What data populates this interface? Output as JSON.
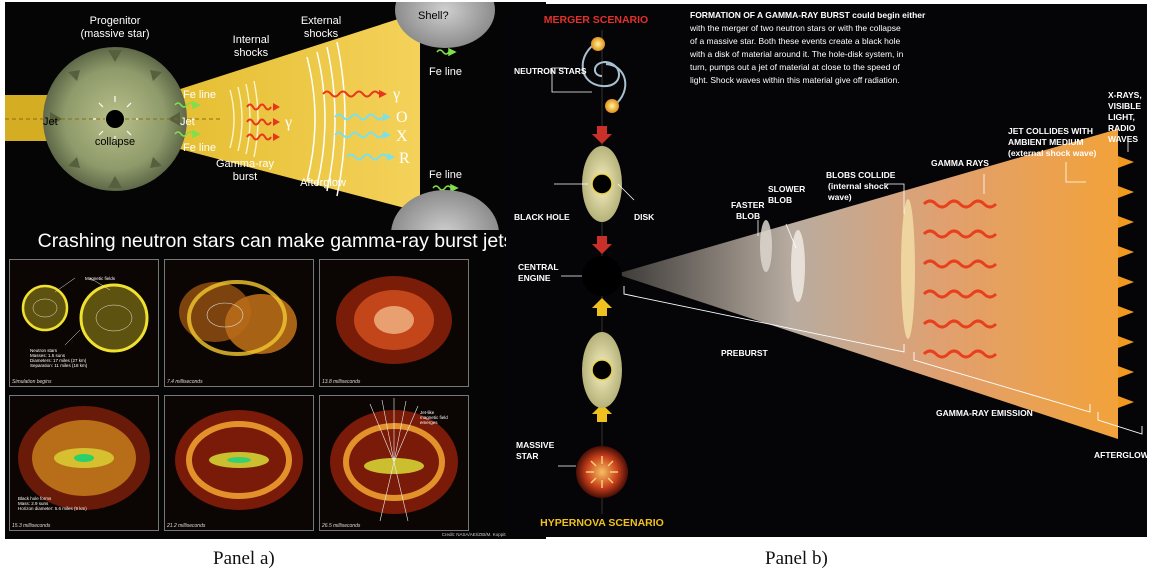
{
  "panel_a": {
    "labels": {
      "progenitor": "Progenitor",
      "progenitor_sub": "(massive star)",
      "shell": "Shell?",
      "internal_shocks_1": "Internal",
      "internal_shocks_2": "shocks",
      "external_shocks_1": "External",
      "external_shocks_2": "shocks",
      "fe_line_top": "Fe line",
      "fe_line_left_top": "Fe line",
      "fe_line_left_bottom": "Fe line",
      "fe_line_bottom": "Fe line",
      "jet_left": "Jet",
      "jet_mid": "Jet",
      "collapse": "collapse",
      "gamma_ray_burst_1": "Gamma-ray",
      "gamma_ray_burst_2": "burst",
      "afterglow": "Afterglow",
      "gamma_internal": "γ",
      "gamma_out": "γ",
      "optical": "O",
      "xray": "X",
      "radio": "R"
    },
    "banner": "Crashing neutron stars can make gamma-ray burst jets",
    "simulation": {
      "magnetic_fields": "Magnetic fields",
      "neutron_stars_note": [
        "Neutron stars",
        "Masses: 1.5 suns",
        "Diameters: 17 miles (27 km)",
        "Separation: 11 miles (18 km)"
      ],
      "black_hole_note": [
        "Black hole forms",
        "Mass: 2.9 suns",
        "Horizon diameter: 5.6 miles (9 km)"
      ],
      "jet_note": [
        "Jet-like",
        "magnetic field",
        "emerges"
      ],
      "frames": [
        "Simulation begins",
        "7.4 milliseconds",
        "13.8 milliseconds",
        "15.3 milliseconds",
        "21.2 milliseconds",
        "26.5 milliseconds"
      ],
      "credit": "Credit: NASA/AEI/ZIB/M. Koppitz and L. Rezzolla"
    }
  },
  "panel_b": {
    "merger_title": "MERGER SCENARIO",
    "hypernova_title": "HYPERNOVA SCENARIO",
    "description": [
      "FORMATION OF A GAMMA-RAY BURST could begin either",
      "with the merger of two neutron stars or with the collapse",
      "of a massive star. Both these events create a black hole",
      "with a disk of material around it. The hole-disk system, in",
      "turn, pumps out a jet of material at close to the speed of",
      "light. Shock waves within this material give off radiation."
    ],
    "labels": {
      "neutron_stars": "NEUTRON STARS",
      "black_hole": "BLACK HOLE",
      "disk": "DISK",
      "central_engine_1": "CENTRAL",
      "central_engine_2": "ENGINE",
      "massive_star_1": "MASSIVE",
      "massive_star_2": "STAR",
      "faster_blob_1": "FASTER",
      "faster_blob_2": "BLOB",
      "slower_blob_1": "SLOWER",
      "slower_blob_2": "BLOB",
      "blobs_collide_1": "BLOBS COLLIDE",
      "blobs_collide_2": "(internal shock",
      "blobs_collide_3": "wave)",
      "gamma_rays": "GAMMA RAYS",
      "jet_collides_1": "JET COLLIDES WITH",
      "jet_collides_2": "AMBIENT MEDIUM",
      "jet_collides_3": "(external shock wave)",
      "xrays_1": "X-RAYS,",
      "xrays_2": "VISIBLE",
      "xrays_3": "LIGHT,",
      "xrays_4": "RADIO",
      "xrays_5": "WAVES",
      "preburst": "PREBURST",
      "gamma_ray_emission": "GAMMA-RAY EMISSION",
      "afterglow": "AFTERGLOW"
    }
  },
  "captions": {
    "a": "Panel a)",
    "b": "Panel b)"
  }
}
